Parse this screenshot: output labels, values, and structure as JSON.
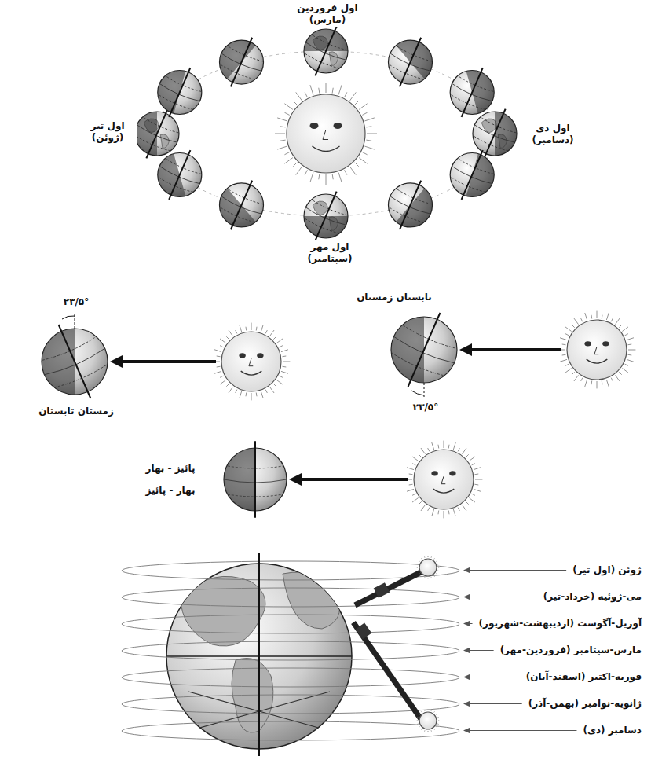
{
  "diagram": {
    "labels": [
      "اول فروردین (مارس)",
      "اول تیر (ژوئن)",
      "اول دی (دسامبر)",
      "اول مهر (سپتامبر)",
      "۲۳/۵°",
      "زمستان تابستان",
      "تابستان زمستان",
      "۲۳/۵°",
      "پائیز - بهار",
      "بهار - پائیز",
      "ژوئن (اول تیر)",
      "می-ژوئیه (خرداد-تیر)",
      "آوریل-آگوست (اردیبهشت-شهریور)",
      "مارس-سپتامبر (فروردین-مهر)",
      "فوریه-اکتبر (اسفند-آبان)",
      "ژانویه-نوامبر (بهمن-آذر)",
      "دسامبر (دی)"
    ]
  }
}
